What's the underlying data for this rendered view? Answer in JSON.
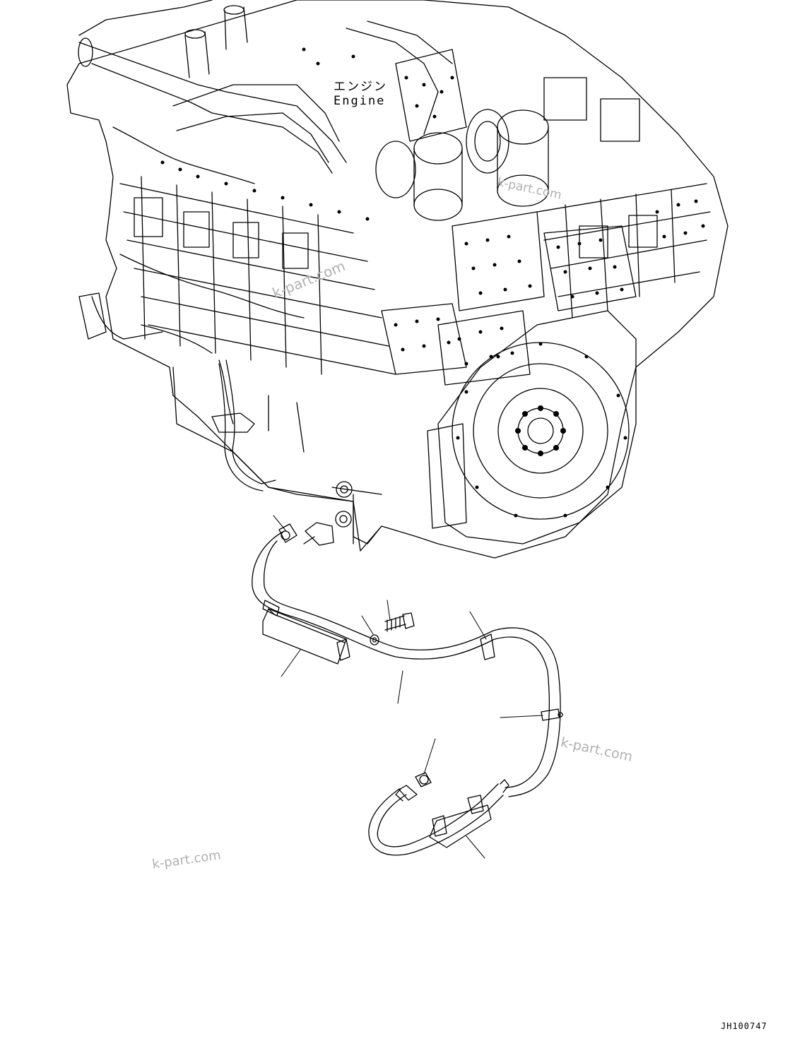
{
  "engine_label": {
    "japanese": "エンジン",
    "english": "Engine"
  },
  "drawing_number": "JH100747",
  "watermarks": [
    "k-part.com",
    "k-part.com",
    "k-part.com",
    "k-part.com"
  ],
  "colors": {
    "line": "#000000",
    "background": "#ffffff",
    "watermark": "#b0b0b0"
  }
}
